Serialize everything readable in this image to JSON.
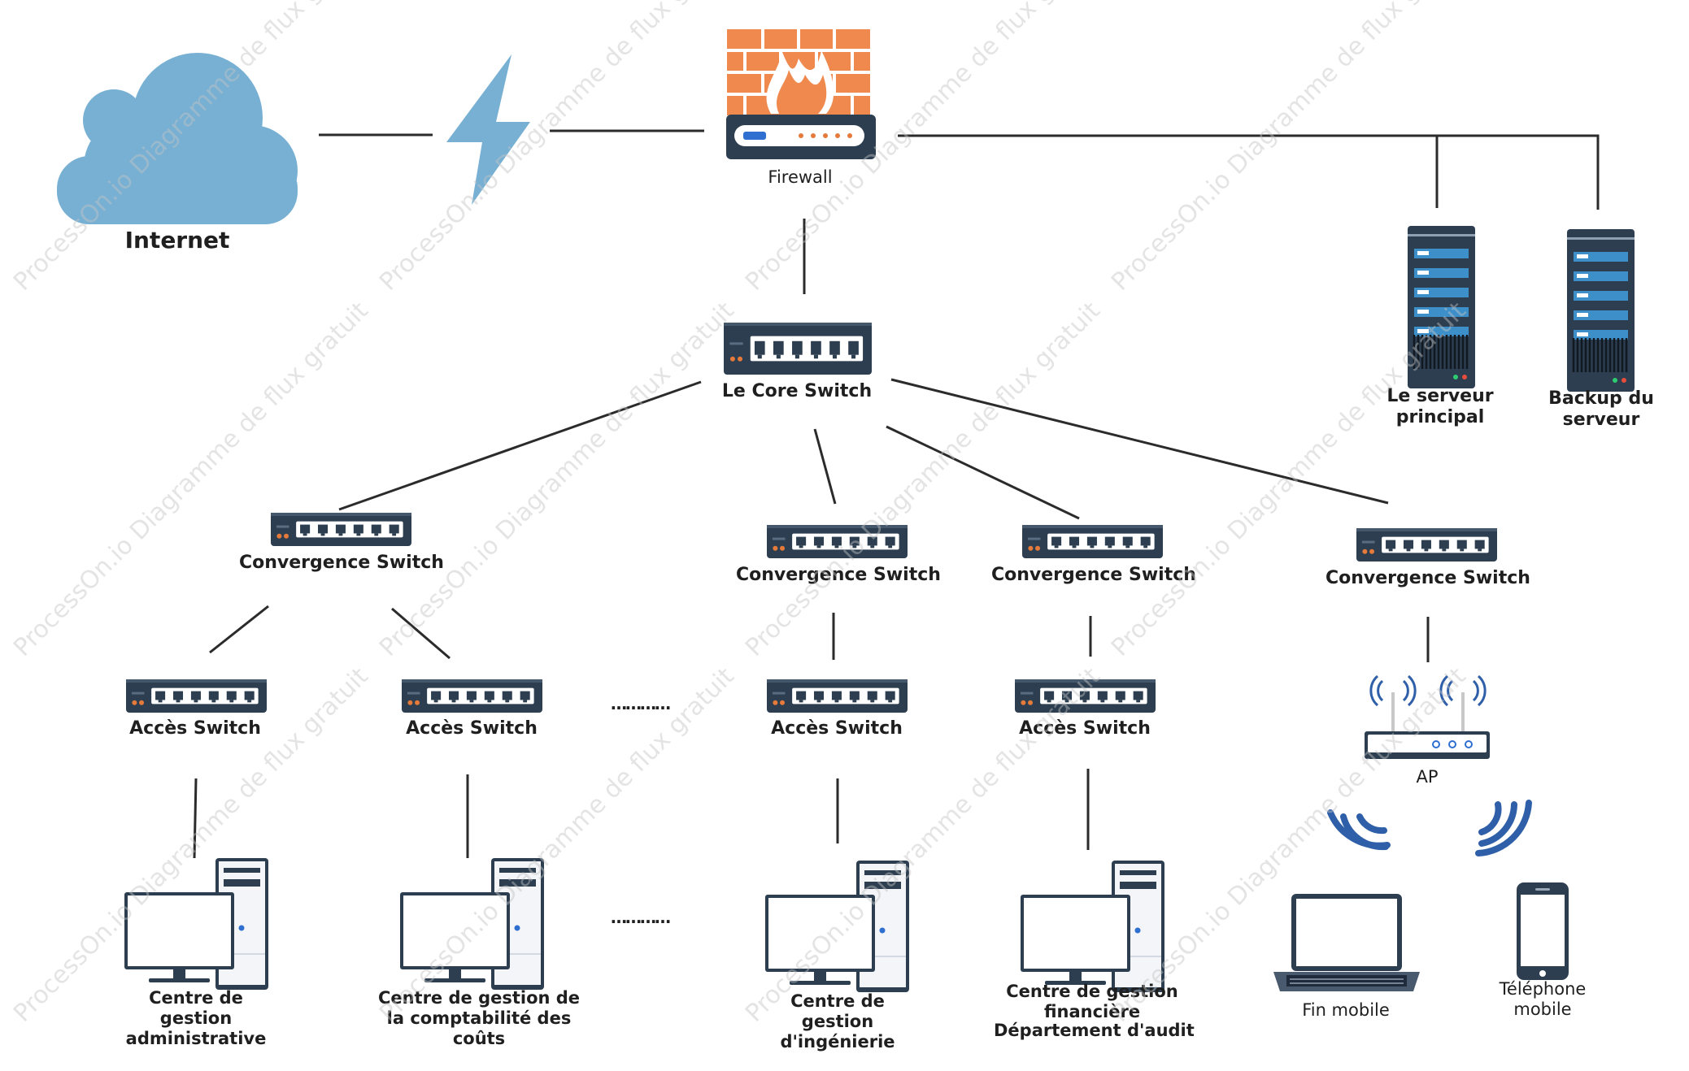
{
  "watermark": "ProcessOn.io Diagramme de flux gratuit",
  "colors": {
    "line": "#2b2b2b",
    "cloud": "#78b0d3",
    "bolt": "#78b0d3",
    "brick": "#f0894e",
    "device_dark": "#2c3e50",
    "port": "#ffffff",
    "server_dark": "#2c3e50",
    "server_stripe": "#3d8fc9",
    "wifi": "#2f5fa8"
  },
  "nodes": {
    "internet": "Internet",
    "firewall": "Firewall",
    "core_switch": "Le Core Switch",
    "server_main": "Le serveur principal",
    "server_backup": "Backup du serveur",
    "conv1": "Convergence Switch",
    "conv2": "Convergence Switch",
    "conv3": "Convergence Switch",
    "conv4": "Convergence Switch",
    "acc1": "Accès Switch",
    "acc2": "Accès Switch",
    "acc3": "Accès Switch",
    "acc4": "Accès Switch",
    "ap": "AP",
    "pc1": "Centre de gestion administrative",
    "pc2": "Centre de gestion de la comptabilité des coûts",
    "pc3": "Centre de gestion d'ingénierie",
    "pc4a": "Centre de gestion financière",
    "pc4b": "Département d'audit",
    "mobile_laptop": "Fin mobile",
    "mobile_phone": "Téléphone mobile",
    "ellipsis1": "…………",
    "ellipsis2": "…………"
  }
}
